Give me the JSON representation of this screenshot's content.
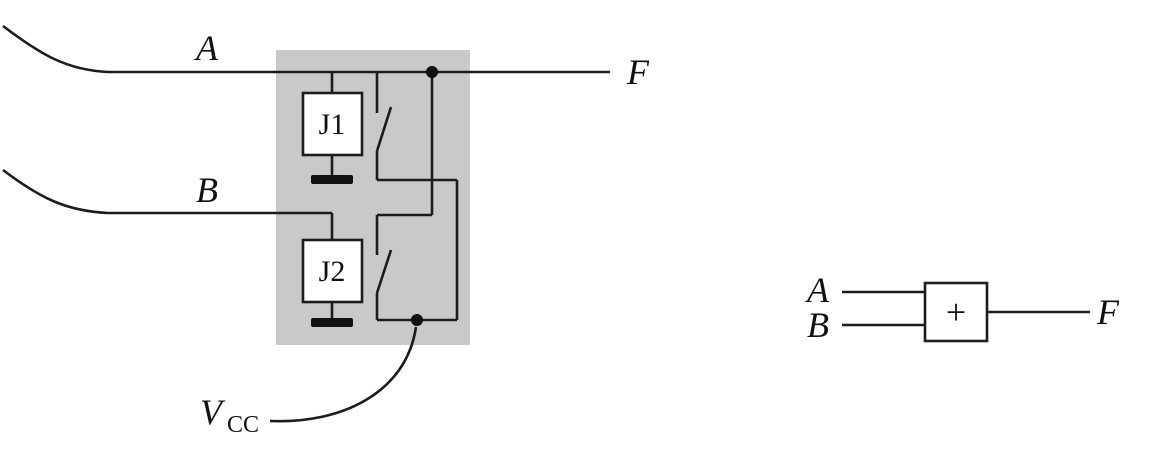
{
  "relay_circuit": {
    "input_a_label": "A",
    "input_b_label": "B",
    "output_label": "F",
    "coil_1_label": "J1",
    "coil_2_label": "J2",
    "supply_label": "V",
    "supply_subscript": "CC"
  },
  "gate_symbol": {
    "input_a_label": "A",
    "input_b_label": "B",
    "operator": "+",
    "output_label": "F"
  },
  "colors": {
    "wire": "#1c1c1c",
    "relay_block_background": "#c9c9c9",
    "component_fill": "#ffffff",
    "page_background": "#ffffff"
  }
}
